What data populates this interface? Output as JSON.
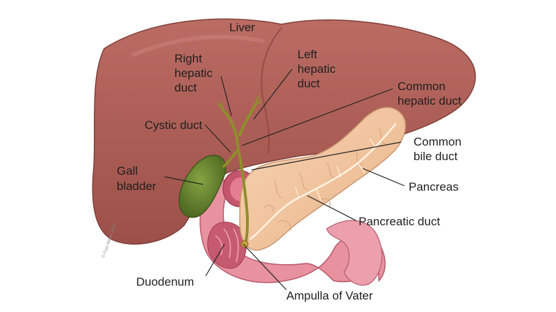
{
  "colors": {
    "liver": "#b0625a",
    "liver_dark": "#8e4640",
    "pancreas": "#f2c9a3",
    "duodenum": "#e58f9f",
    "gallbladder": "#6f8a35",
    "duct": "#8a8a2a",
    "leader": "#222222"
  },
  "labels": {
    "liver": "Liver",
    "right_hepatic_1": "Right",
    "right_hepatic_2": "hepatic",
    "right_hepatic_3": "duct",
    "left_hepatic_1": "Left",
    "left_hepatic_2": "hepatic",
    "left_hepatic_3": "duct",
    "common_hepatic_1": "Common",
    "common_hepatic_2": "hepatic duct",
    "cystic_duct": "Cystic duct",
    "common_bile_1": "Common",
    "common_bile_2": "bile duct",
    "gall_1": "Gall",
    "gall_2": "bladder",
    "pancreas": "Pancreas",
    "pancreatic_duct": "Pancreatic duct",
    "duodenum": "Duodenum",
    "ampulla": "Ampulla of Vater"
  },
  "credit": "© Fran Milner 2017"
}
